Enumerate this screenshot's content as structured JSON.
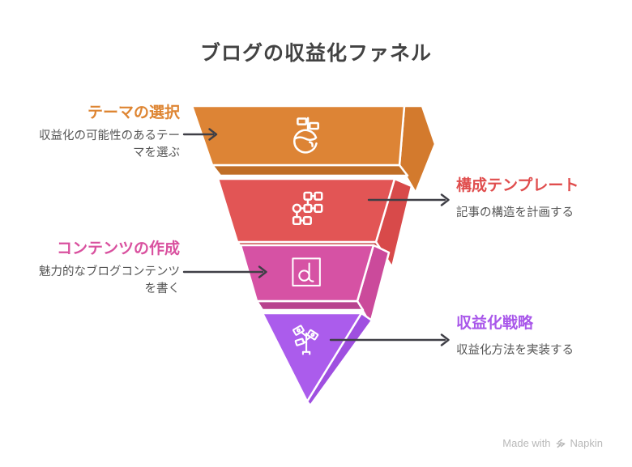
{
  "title": "ブログの収益化ファネル",
  "stages": [
    {
      "label": "テーマの選択",
      "description": "収益化の可能性のあるテーマを選ぶ",
      "icon": "globe-signpost-icon",
      "label_side": "left",
      "colors": {
        "face": "#DD8435",
        "side": "#D37A2D",
        "lip": "#C06E26",
        "label": "#DE8532"
      }
    },
    {
      "label": "構成テンプレート",
      "description": "記事の構造を計画する",
      "icon": "sitemap-icon",
      "label_side": "right",
      "colors": {
        "face": "#E25555",
        "side": "#D84A4A",
        "lip": "#C74242",
        "label": "#E04D4D"
      }
    },
    {
      "label": "コンテンツの作成",
      "description": "魅力的なブログコンテンツを書く",
      "icon": "content-draft-icon",
      "label_side": "left",
      "colors": {
        "face": "#D652A4",
        "side": "#CB4A9B",
        "lip": "#B8438E",
        "label": "#D9519F"
      }
    },
    {
      "label": "収益化戦略",
      "description": "収益化方法を実装する",
      "icon": "money-plant-icon",
      "label_side": "right",
      "colors": {
        "face": "#AB5CEC",
        "side": "#9F4FE0",
        "lip": "#9F4FE0",
        "label": "#A958EA"
      }
    }
  ],
  "footer": {
    "made_with": "Made with",
    "brand": "Napkin"
  },
  "ui_colors": {
    "title_text": "#424242",
    "description_text": "#565656",
    "arrow": "#3F3F46",
    "background": "#FFFFFF",
    "footer_text": "#B9B9B9"
  }
}
